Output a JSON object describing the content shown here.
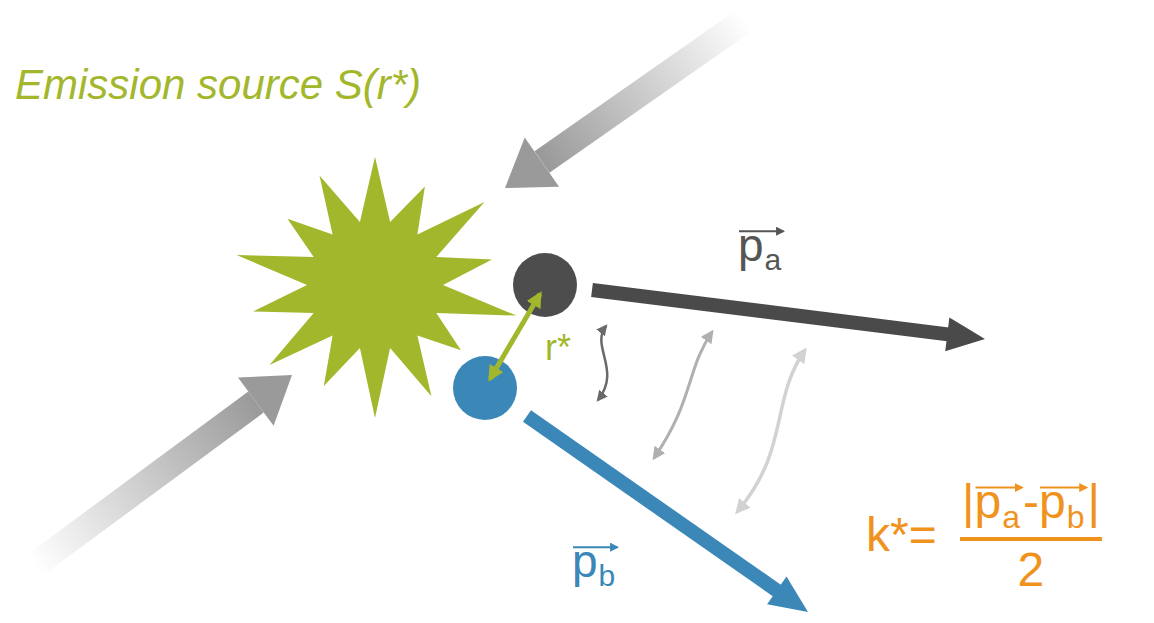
{
  "diagram": {
    "labels": [
      "Emission source S(r*)",
      "p",
      "a",
      "r*",
      "p",
      "b",
      "k*=",
      "|p",
      "a",
      "-p",
      "b",
      "|",
      "2"
    ]
  }
}
